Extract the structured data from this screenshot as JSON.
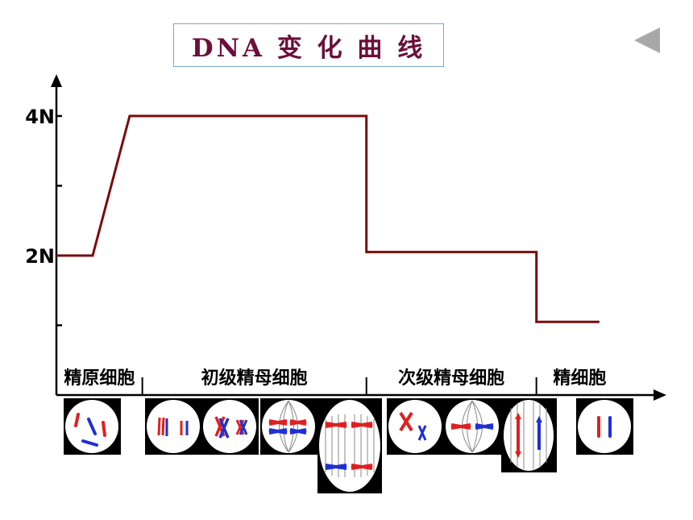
{
  "title": "DNA 变 化 曲 线",
  "nav": {
    "back_icon": "triangle-left-icon"
  },
  "chart_data": {
    "type": "line",
    "title": "DNA 变 化 曲 线",
    "xlabel": "",
    "ylabel": "",
    "y_ticks": [
      {
        "value": 1,
        "label": ""
      },
      {
        "value": 2,
        "label": "2N"
      },
      {
        "value": 3,
        "label": ""
      },
      {
        "value": 4,
        "label": "4N"
      }
    ],
    "ylim": [
      0,
      4.6
    ],
    "x_range": [
      0,
      100
    ],
    "series": [
      {
        "color": "#7a0c0c",
        "points": [
          [
            0,
            2
          ],
          [
            5.7,
            2
          ],
          [
            11.5,
            4
          ],
          [
            48.7,
            4
          ],
          [
            48.7,
            2.05
          ],
          [
            75.4,
            2.05
          ],
          [
            75.4,
            1.05
          ],
          [
            85.3,
            1.05
          ]
        ]
      }
    ],
    "stages": [
      {
        "label": "精原细胞",
        "x_start": 0,
        "x_end": 13.5
      },
      {
        "label": "初级精母细胞",
        "x_start": 13.5,
        "x_end": 48.7
      },
      {
        "label": "次级精母细胞",
        "x_start": 48.7,
        "x_end": 75.4
      },
      {
        "label": "精细胞",
        "x_start": 75.4,
        "x_end": 89
      }
    ],
    "stage_dividers": [
      13.5,
      48.7,
      75.4
    ],
    "grid": false,
    "colors": {
      "curve": "#7a0c0c",
      "chromosome_a": "#e02020",
      "chromosome_b": "#2030d0"
    },
    "cell_images": [
      {
        "name": "spermatogonium-cell",
        "stage": "精原细胞"
      },
      {
        "name": "primary-interphase-cell",
        "stage": "初级精母细胞"
      },
      {
        "name": "primary-prophase-cell",
        "stage": "初级精母细胞"
      },
      {
        "name": "primary-metaphase-cell",
        "stage": "初级精母细胞"
      },
      {
        "name": "primary-anaphase-cell",
        "stage": "初级精母细胞"
      },
      {
        "name": "secondary-prophase-cell",
        "stage": "次级精母细胞"
      },
      {
        "name": "secondary-metaphase-cell",
        "stage": "次级精母细胞"
      },
      {
        "name": "secondary-anaphase-cell",
        "stage": "次级精母细胞"
      },
      {
        "name": "spermatid-cell",
        "stage": "精细胞"
      }
    ]
  }
}
